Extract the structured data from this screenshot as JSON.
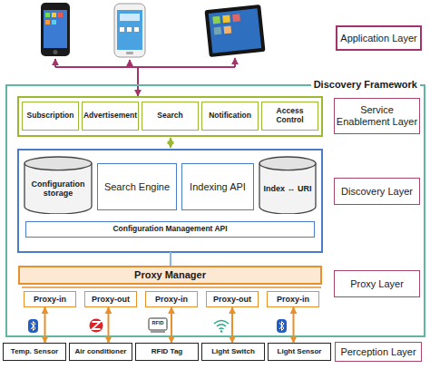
{
  "diagram": {
    "nodes": [
      {
        "text": [
          "Application Layer"
        ]
      },
      {
        "text": [
          "Discovery Framework"
        ]
      },
      {
        "text": [
          "Subscription"
        ],
        "in": 1
      },
      {
        "text": [
          "Advertisement"
        ],
        "in": 1
      },
      {
        "text": [
          "Search"
        ],
        "in": 1
      },
      {
        "text": [
          "Notification"
        ],
        "in": 1
      },
      {
        "text": [
          "Access Control"
        ],
        "in": 1
      },
      {
        "text": [
          "Service Enablement Layer"
        ],
        "in": 1
      },
      {
        "text": [
          "Configuration storage"
        ],
        "in": 1
      },
      {
        "text": [
          "Search Engine"
        ],
        "in": 1
      },
      {
        "text": [
          "Indexing API"
        ],
        "in": 1
      },
      {
        "text": [
          "Index ↔ URI"
        ],
        "in": 1
      },
      {
        "text": [
          "Configuration Management API"
        ],
        "in": 1
      },
      {
        "text": [
          "Discovery Layer"
        ],
        "in": 1
      },
      {
        "text": [
          "Proxy Manager"
        ],
        "in": 1
      },
      {
        "text": [
          "Proxy-in"
        ],
        "in": 1
      },
      {
        "text": [
          "Proxy-out"
        ],
        "in": 1
      },
      {
        "text": [
          "Proxy-in"
        ],
        "in": 1
      },
      {
        "text": [
          "Proxy-out"
        ],
        "in": 1
      },
      {
        "text": [
          "Proxy-in"
        ],
        "in": 1
      },
      {
        "text": [
          "Proxy Layer"
        ],
        "in": 1
      },
      {
        "text": [
          "Temp. Sensor"
        ]
      },
      {
        "text": [
          "Air conditioner"
        ]
      },
      {
        "text": [
          "RFID Tag"
        ]
      },
      {
        "text": [
          "Light Switch"
        ]
      },
      {
        "text": [
          "Light Sensor"
        ]
      },
      {
        "text": [
          "Perception Layer"
        ]
      }
    ],
    "edges": [
      {
        "from": 15,
        "to": 21,
        "arrow": "both"
      },
      {
        "from": 16,
        "to": 22,
        "arrow": "both"
      },
      {
        "from": 17,
        "to": 23,
        "arrow": "both"
      },
      {
        "from": 18,
        "to": 24,
        "arrow": "both"
      },
      {
        "from": 19,
        "to": 25,
        "arrow": "both"
      }
    ],
    "labels": [
      "RFID"
    ]
  }
}
